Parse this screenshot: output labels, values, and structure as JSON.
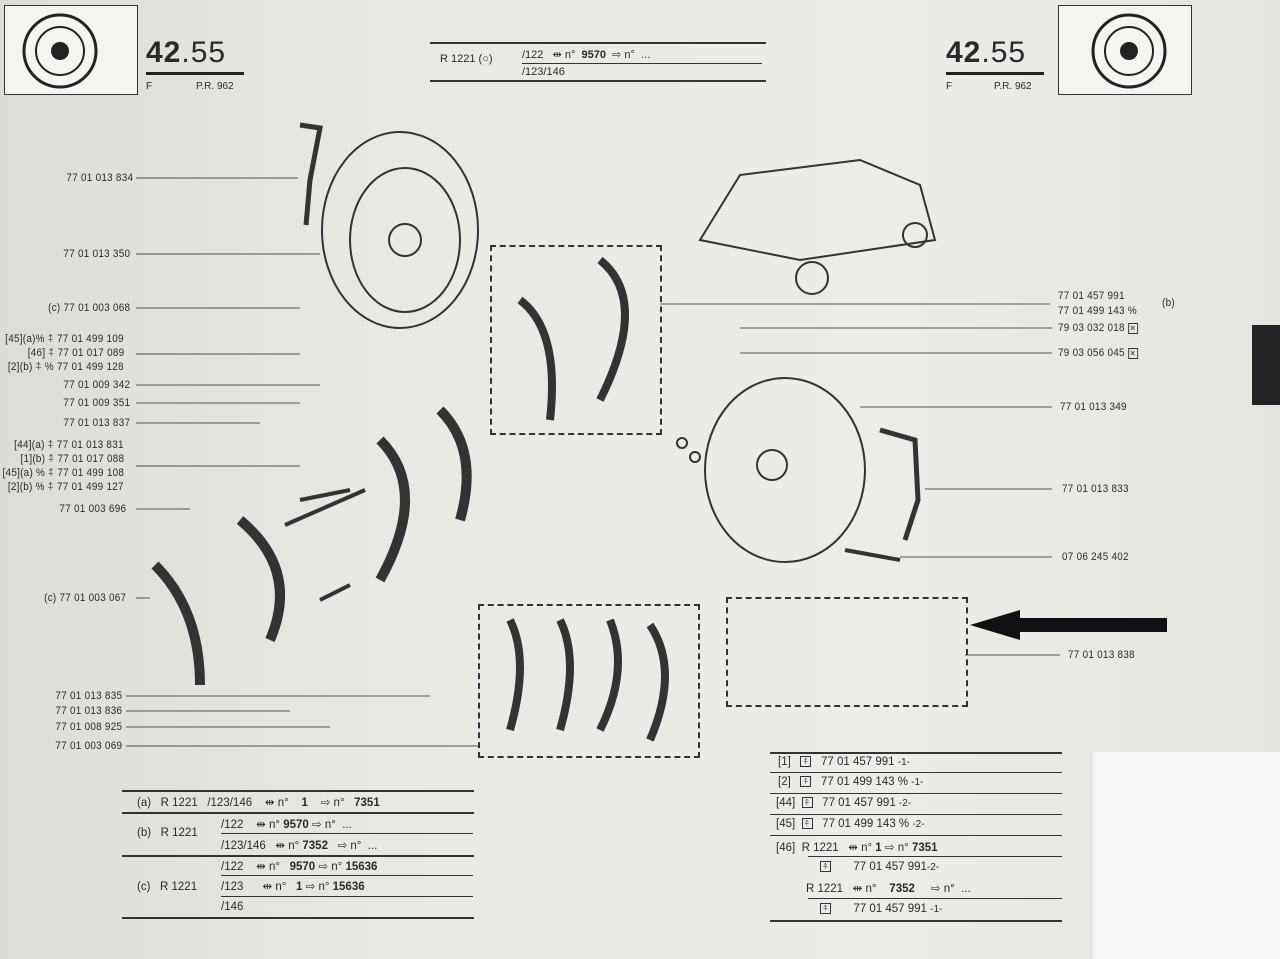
{
  "header": {
    "page_number_left": "42",
    "page_number_left_suffix": ".55",
    "page_number_right": "42",
    "page_number_right_suffix": ".55",
    "lang": "F",
    "pr_ref": "P.R. 962",
    "model": "R 1221",
    "model_mark": "(○)",
    "variant1": "/122",
    "n1": "n°",
    "serial_from": "9570",
    "n2": "n°",
    "serial_to": "...",
    "variant2": "/123/146"
  },
  "left_labels": {
    "l834": "77 01 013 834",
    "l350": "77 01 013 350",
    "l068": "(c) 77 01 003 068",
    "g1a": "[45](a)% ⍏ 77 01 499 109",
    "g1b": "[46] ⍏ 77 01 017 089",
    "g1c": "[2](b) ⍏ % 77 01 499 128",
    "l342": "77 01 009 342",
    "l351": "77 01 009 351",
    "l837": "77 01 013 837",
    "g2a": "[44](a) ⍏ 77 01 013 831",
    "g2b": "[1](b) ⍏ 77 01 017 088",
    "g2c": "[45](a) % ⍏ 77 01 499 108",
    "g2d": "[2](b) % ⍏ 77 01 499 127",
    "l696": "77 01 003 696",
    "l067": "(c) 77 01 003 067",
    "l835": "77 01 013 835",
    "l836": "77 01 013 836",
    "l925": "77 01 008 925",
    "l069": "77 01 003 069"
  },
  "right_labels": {
    "b1": "77 01 457 991",
    "b2": "77 01 499 143 %",
    "b_tag": "(b)",
    "r018": "79 03 032 018",
    "r045": "79 03 056 045",
    "r349": "77 01 013 349",
    "r833": "77 01 013 833",
    "r402": "07 06 245 402",
    "r838": "77 01 013 838"
  },
  "table_left": {
    "rows": [
      {
        "tag": "(a)",
        "model": "R 1221",
        "variant": "/123/146",
        "from": "1",
        "to": "7351"
      },
      {
        "tag": "(b)",
        "model": "R 1221",
        "variant": "/122",
        "from": "9570",
        "to": "..."
      },
      {
        "variant": "/123/146",
        "from": "7352",
        "to": "..."
      },
      {
        "tag": "(c)",
        "model": "R 1221",
        "variant": "/122",
        "from": "9570",
        "to": "15636"
      },
      {
        "variant": "/123",
        "from": "1",
        "to": "15636"
      },
      {
        "variant": "/146"
      }
    ],
    "n": "n°"
  },
  "table_right": {
    "rows": [
      {
        "tag": "[1]",
        "ref": "77 01 457 991",
        "note": "-1-"
      },
      {
        "tag": "[2]",
        "ref": "77 01 499 143 %",
        "note": "-1-"
      },
      {
        "tag": "[44]",
        "ref": "77 01 457 991",
        "note": "-2-"
      },
      {
        "tag": "[45]",
        "ref": "77 01 499 143 %",
        "note": "-2-"
      }
    ],
    "r46": {
      "tag": "[46]",
      "model": "R 1221",
      "from": "1",
      "to": "7351",
      "ref1": "77 01 457 991",
      "note1": "-2-",
      "model2": "R 1221",
      "from2": "7352",
      "to2": "...",
      "ref2": "77 01 457 991",
      "note2": "-1-"
    },
    "n": "n°"
  }
}
